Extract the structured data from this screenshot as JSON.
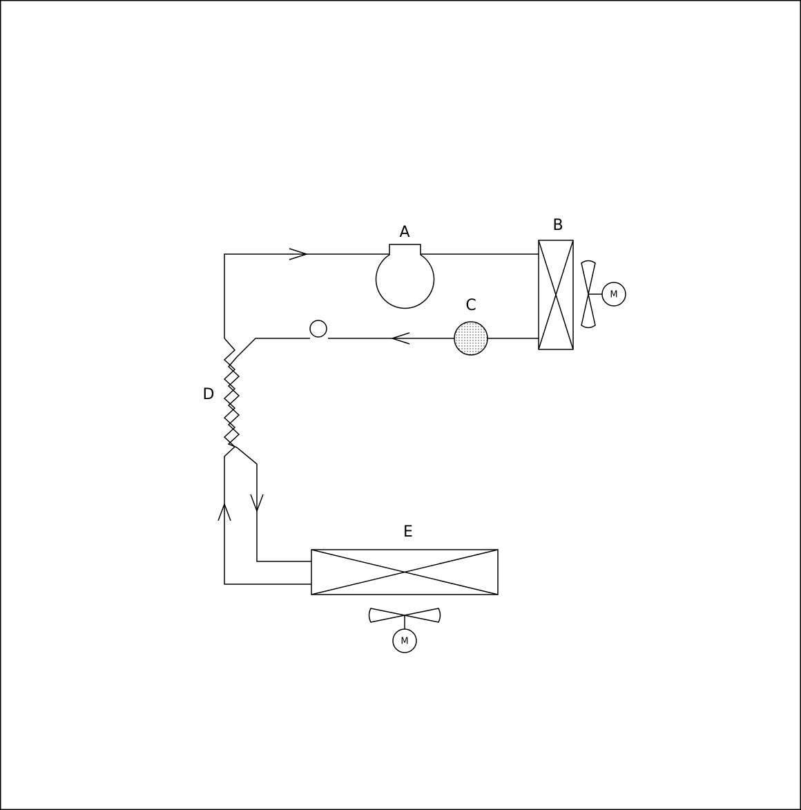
{
  "labels": {
    "compressor": "A",
    "condenser": "B",
    "receiver": "C",
    "heat_exchanger": "D",
    "evaporator": "E"
  },
  "motor_label": "M",
  "icons": [
    "compressor-icon",
    "condenser-coil-icon",
    "receiver-dotted-icon",
    "heat-exchanger-zigzag-icon",
    "evaporator-coil-icon",
    "fan-icon",
    "motor-icon",
    "sight-glass-icon",
    "flow-arrow-icon"
  ],
  "colors": {
    "line": "#000000",
    "background": "#ffffff"
  }
}
